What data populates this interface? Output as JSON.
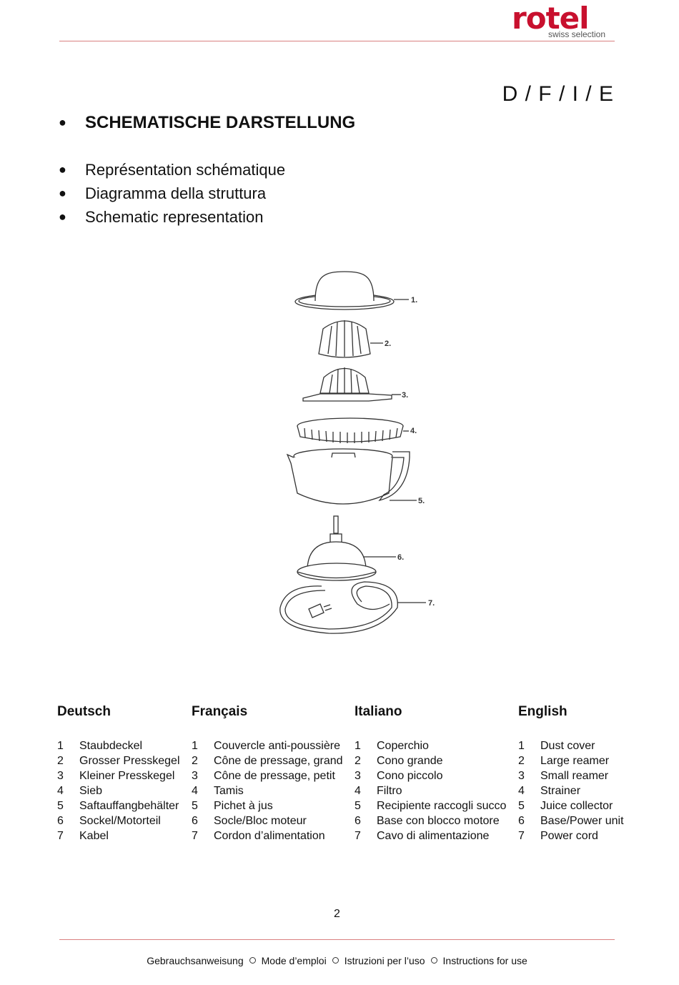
{
  "header": {
    "brand": "rotel",
    "tagline": "swiss selection",
    "languages": "D / F / I / E"
  },
  "heading": "SCHEMATISCHE DARSTELLUNG",
  "subheadings": [
    "Représentation schématique",
    "Diagramma della struttura",
    "Schematic representation"
  ],
  "diagram": {
    "labels": [
      "1.",
      "2.",
      "3.",
      "4.",
      "5.",
      "6.",
      "7."
    ]
  },
  "columns": [
    {
      "title": "Deutsch",
      "items": [
        {
          "num": "1",
          "text": "Staubdeckel"
        },
        {
          "num": "2",
          "text": "Grosser Presskegel"
        },
        {
          "num": "3",
          "text": "Kleiner Presskegel"
        },
        {
          "num": "4",
          "text": "Sieb"
        },
        {
          "num": "5",
          "text": "Saftauffangbehälter"
        },
        {
          "num": "6",
          "text": "Sockel/Motorteil"
        },
        {
          "num": "7",
          "text": "Kabel"
        }
      ]
    },
    {
      "title": "Français",
      "items": [
        {
          "num": "1",
          "text": "Couvercle anti-poussière"
        },
        {
          "num": "2",
          "text": "Cône de pressage, grand"
        },
        {
          "num": "3",
          "text": "Cône de pressage, petit"
        },
        {
          "num": "4",
          "text": "Tamis"
        },
        {
          "num": "5",
          "text": "Pichet à jus"
        },
        {
          "num": "6",
          "text": "Socle/Bloc moteur"
        },
        {
          "num": "7",
          "text": "Cordon d’alimentation"
        }
      ]
    },
    {
      "title": "Italiano",
      "items": [
        {
          "num": "1",
          "text": "Coperchio"
        },
        {
          "num": "2",
          "text": "Cono grande"
        },
        {
          "num": "3",
          "text": "Cono piccolo"
        },
        {
          "num": "4",
          "text": "Filtro"
        },
        {
          "num": "5",
          "text": "Recipiente raccogli succo"
        },
        {
          "num": "6",
          "text": "Base con blocco motore"
        },
        {
          "num": "7",
          "text": "Cavo di alimentazione"
        }
      ]
    },
    {
      "title": "English",
      "items": [
        {
          "num": "1",
          "text": "Dust cover"
        },
        {
          "num": "2",
          "text": "Large reamer"
        },
        {
          "num": "3",
          "text": "Small reamer"
        },
        {
          "num": "4",
          "text": "Strainer"
        },
        {
          "num": "5",
          "text": "Juice collector"
        },
        {
          "num": "6",
          "text": "Base/Power unit"
        },
        {
          "num": "7",
          "text": "Power cord"
        }
      ]
    }
  ],
  "page_number": "2",
  "footer": [
    "Gebrauchsanweisung",
    "Mode d’emploi",
    "Istruzioni per l’uso",
    "Instructions for use"
  ],
  "colors": {
    "brand_red": "#c8102e",
    "rule_red": "#d98080"
  }
}
